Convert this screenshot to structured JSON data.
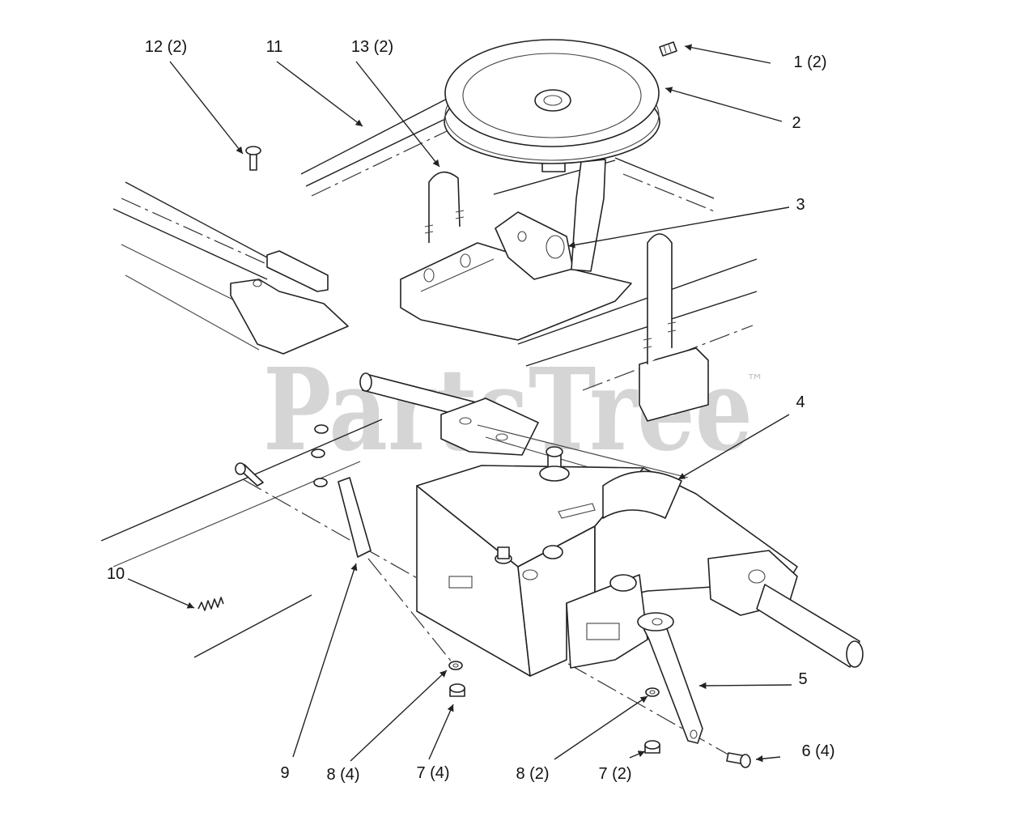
{
  "watermark": {
    "text": "PartsTree",
    "trademark": "™"
  },
  "colors": {
    "line": "#222222",
    "watermark": "#c4c4c4",
    "background": "#ffffff"
  },
  "callouts": [
    {
      "label": "12 (2)"
    },
    {
      "label": "11"
    },
    {
      "label": "13 (2)"
    },
    {
      "label": "1 (2)"
    },
    {
      "label": "2"
    },
    {
      "label": "3"
    },
    {
      "label": "4"
    },
    {
      "label": "10"
    },
    {
      "label": "5"
    },
    {
      "label": "6 (4)"
    },
    {
      "label": "9"
    },
    {
      "label": "8 (4)"
    },
    {
      "label": "7 (4)"
    },
    {
      "label": "8 (2)"
    },
    {
      "label": "7 (2)"
    }
  ]
}
